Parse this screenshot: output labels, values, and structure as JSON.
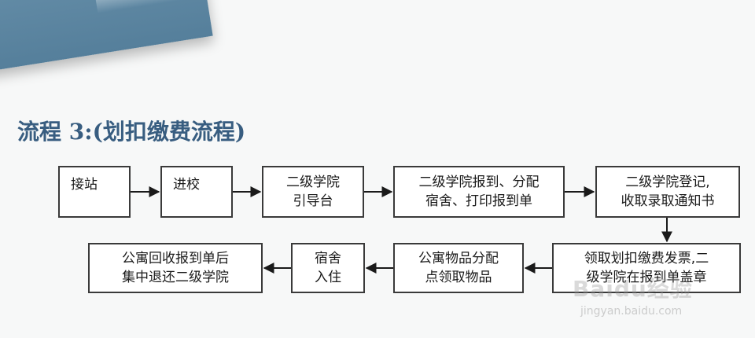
{
  "title": "流程 3:(划扣缴费流程)",
  "nodes": {
    "n1": {
      "lines": [
        "接站"
      ]
    },
    "n2": {
      "lines": [
        "进校"
      ]
    },
    "n3": {
      "lines": [
        "二级学院",
        "引导台"
      ]
    },
    "n4": {
      "lines": [
        "二级学院报到、分配",
        "宿舍、打印报到单"
      ]
    },
    "n5": {
      "lines": [
        "二级学院登记,",
        "收取录取通知书"
      ]
    },
    "n6": {
      "lines": [
        "领取划扣缴费发票,二",
        "级学院在报到单盖章"
      ]
    },
    "n7": {
      "lines": [
        "公寓物品分配",
        "点领取物品"
      ]
    },
    "n8": {
      "lines": [
        "宿舍",
        "入住"
      ]
    },
    "n9": {
      "lines": [
        "公寓回收报到单后",
        "集中退还二级学院"
      ]
    }
  },
  "watermark": {
    "logo": "Baidu经验",
    "url": "jingyan.baidu.com"
  },
  "colors": {
    "title": "#385d80",
    "border": "#3a3a3a",
    "corner": "#6b93ad"
  }
}
